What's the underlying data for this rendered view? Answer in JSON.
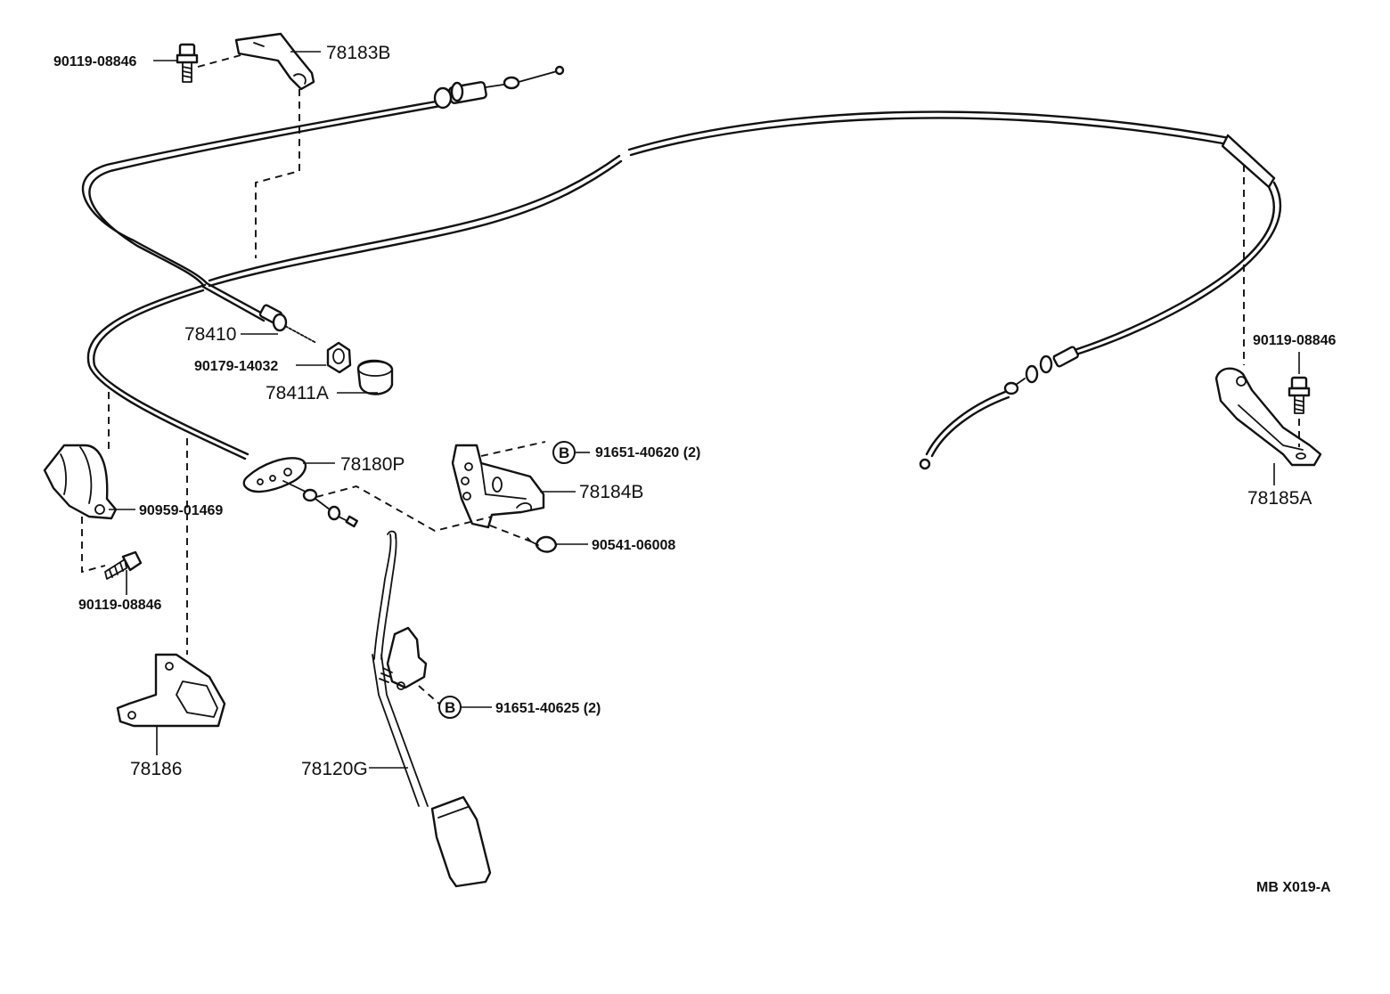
{
  "callouts": {
    "c_78183B": "78183B",
    "c_bolt_top": "90119-08846",
    "c_78410": "78410",
    "c_90179": "90179-14032",
    "c_78411A": "78411A",
    "c_78180P": "78180P",
    "c_90959": "90959-01469",
    "c_bolt_left": "90119-08846",
    "c_78186": "78186",
    "c_91651_40620": "91651-40620 (2)",
    "c_78184B": "78184B",
    "c_90541": "90541-06008",
    "c_91651_40625": "91651-40625 (2)",
    "c_78120G": "78120G",
    "c_bolt_right": "90119-08846",
    "c_78185A": "78185A"
  },
  "marks": {
    "b1": "B",
    "b2": "B"
  },
  "drawing_code": "MB  X019-A"
}
